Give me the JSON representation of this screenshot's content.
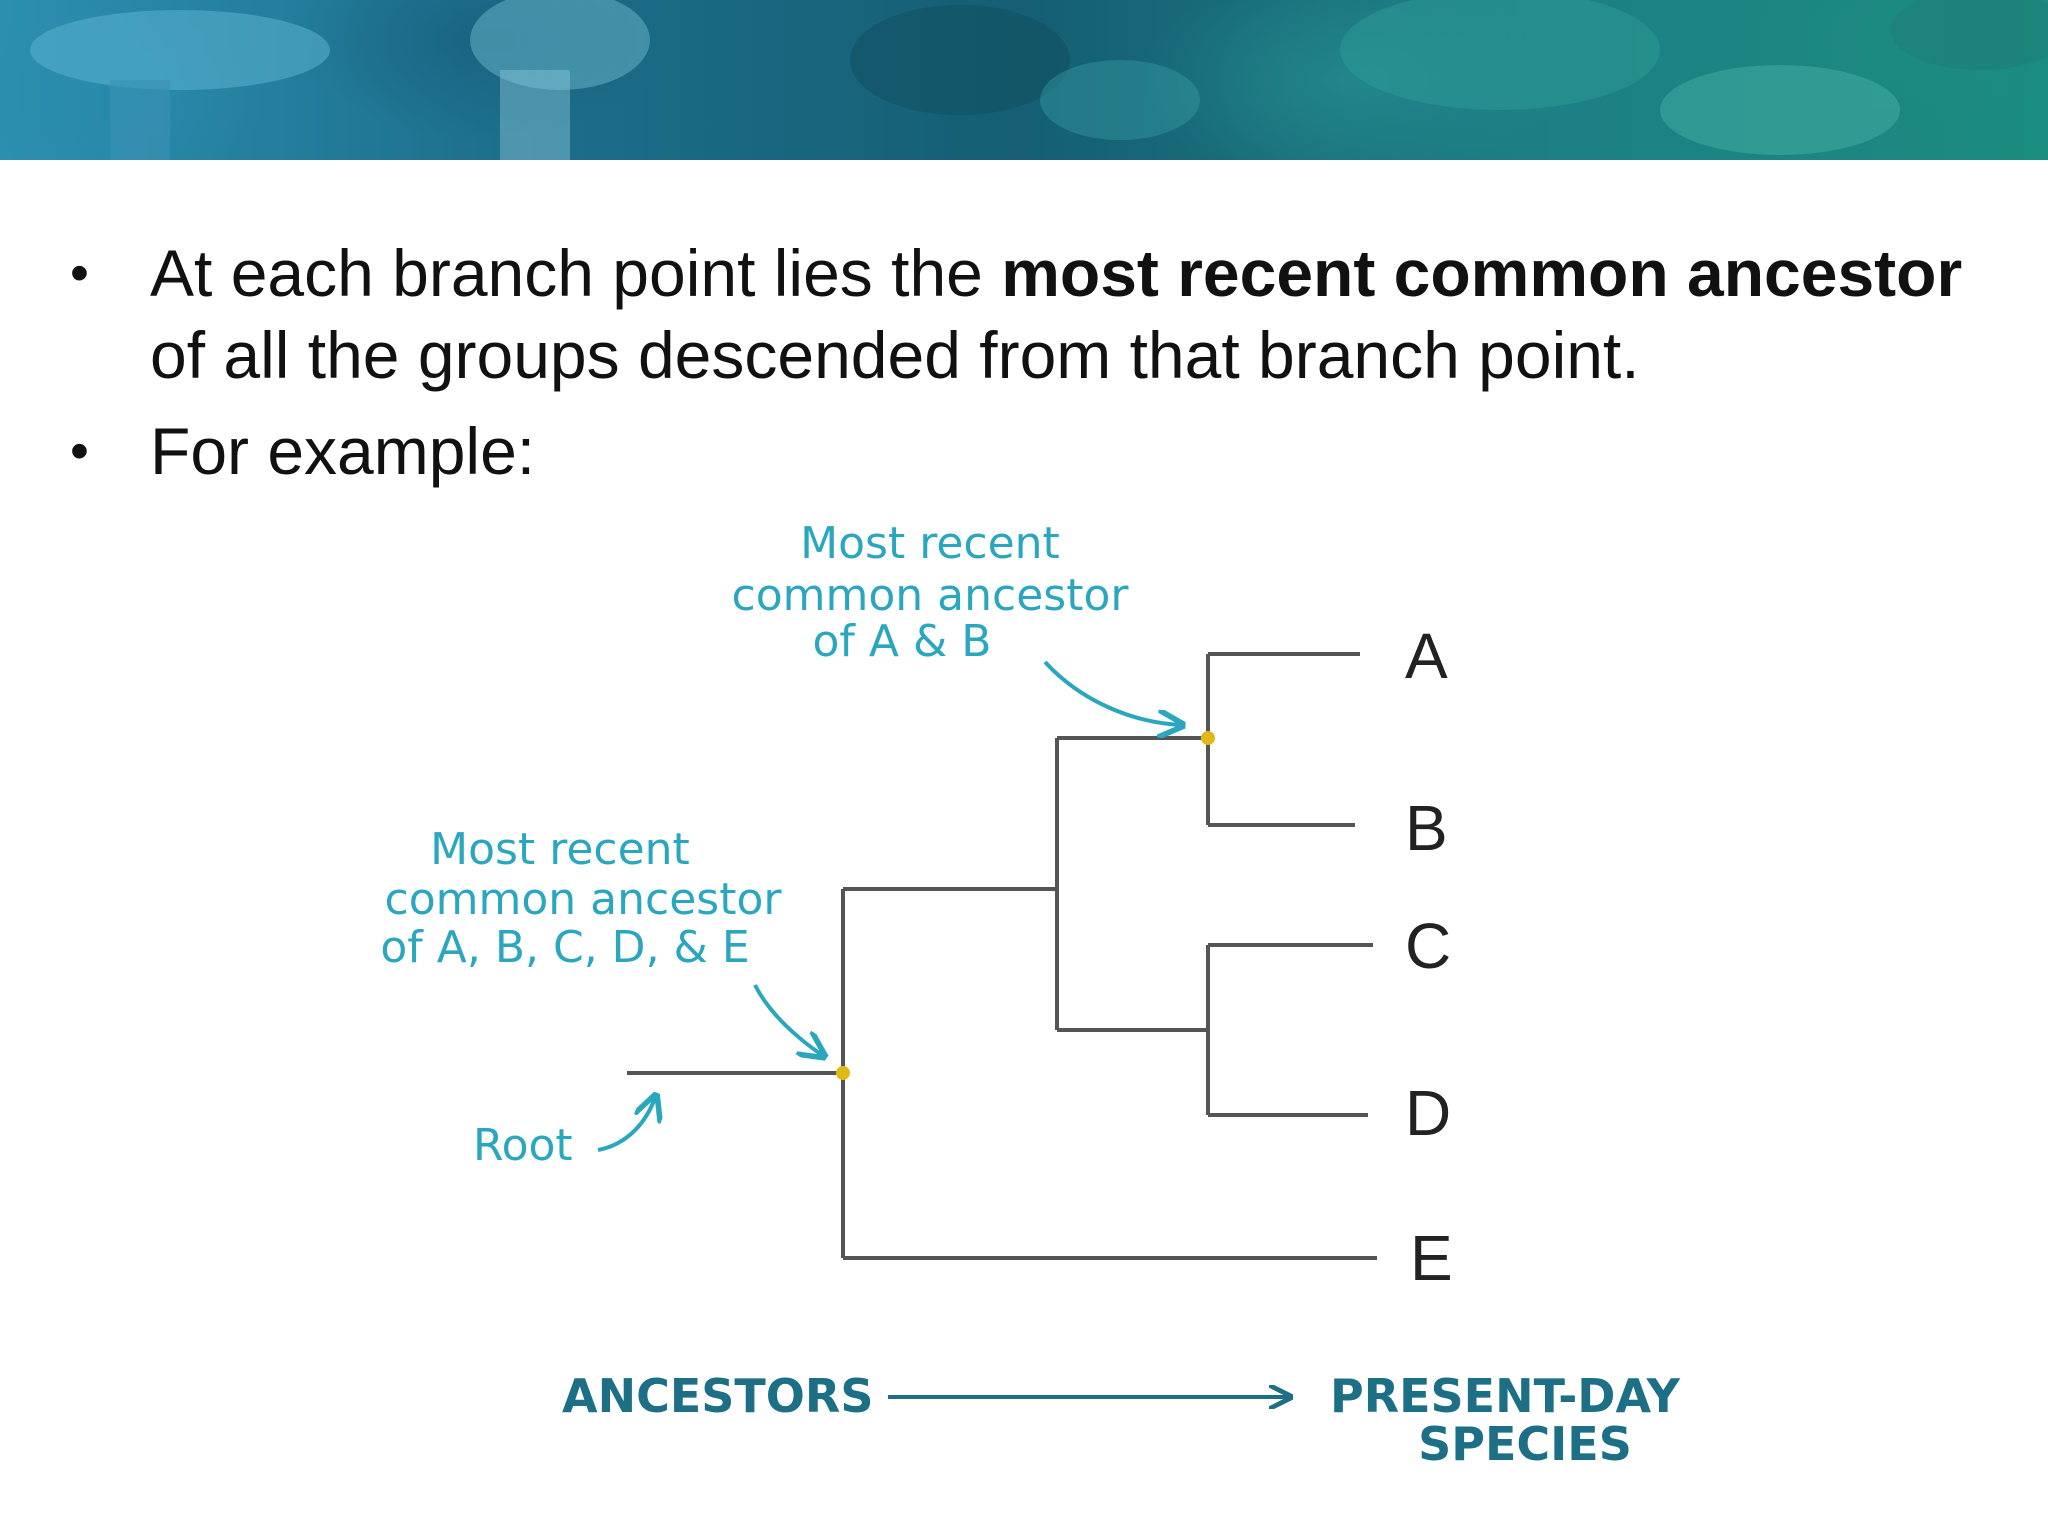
{
  "bullets": [
    {
      "pre": "At each branch point lies the ",
      "bold": "most recent common ancestor",
      "post": " of all the groups descended from that branch point."
    },
    {
      "text": "For example:"
    }
  ],
  "diagram": {
    "leaves": [
      "A",
      "B",
      "C",
      "D",
      "E"
    ],
    "annotation_ab": [
      "Most recent",
      "common ancestor",
      "of A & B"
    ],
    "annotation_root_node": [
      "Most recent",
      "common ancestor",
      "of A, B, C, D, & E"
    ],
    "root_label": "Root",
    "axis_left": "ANCESTORS",
    "axis_right": [
      "PRESENT-DAY",
      "SPECIES"
    ],
    "colors": {
      "annotation": "#2aa7bf",
      "axis": "#1d6f86",
      "tree": "#555555",
      "node": "#e0b81a"
    }
  }
}
